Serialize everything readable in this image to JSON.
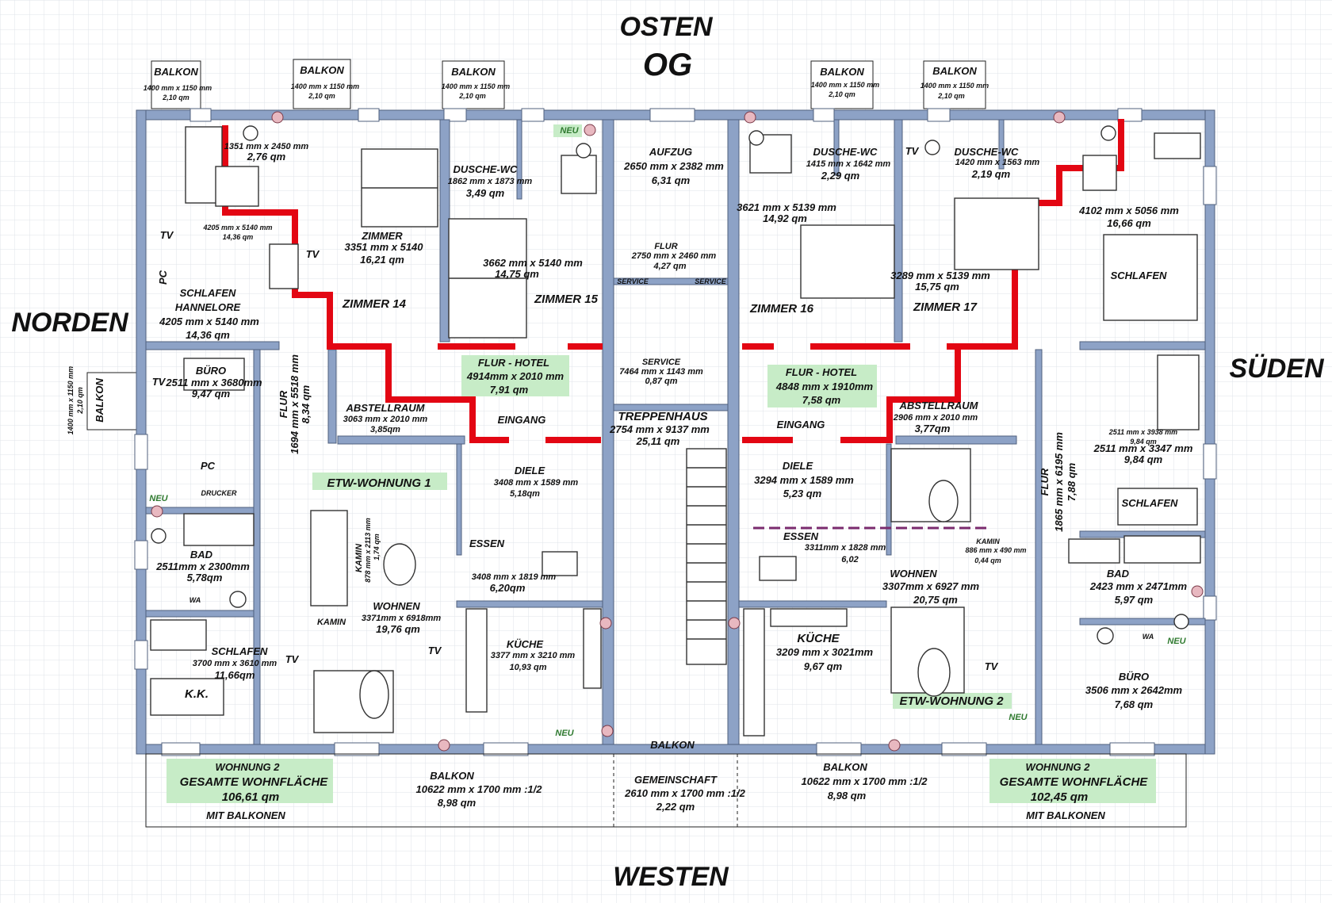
{
  "compass": {
    "east": "OSTEN",
    "floor": "OG",
    "north": "NORDEN",
    "south": "SÜDEN",
    "west": "WESTEN"
  },
  "balconies_top": [
    {
      "label": "BALKON",
      "size": "1400 mm x 1150 mm",
      "area": "2,10 qm"
    },
    {
      "label": "BALKON",
      "size": "1400 mm x 1150 mm",
      "area": "2,10 qm"
    },
    {
      "label": "BALKON",
      "size": "1400 mm x 1150 mm",
      "area": "2,10 qm"
    },
    {
      "label": "BALKON",
      "size": "1400 mm x 1150 mm",
      "area": "2,10 qm"
    },
    {
      "label": "BALKON",
      "size": "1400 mm x 1150 mm",
      "area": "2,10 qm"
    }
  ],
  "balcony_side": {
    "label": "BALKON",
    "size": "1400 mm x 1150 mm",
    "area": "2,10 qm"
  },
  "rooms": [
    {
      "lines": [
        "1351 mm x 2450 mm",
        "2,76 qm"
      ]
    },
    {
      "lines": [
        "4205 mm x 5140 mm",
        "14,36 qm"
      ]
    },
    {
      "lines": [
        "SCHLAFEN",
        "HANNELORE",
        "4205 mm x 5140 mm",
        "14,36 qm"
      ]
    },
    {
      "lines": [
        "ZIMMER",
        "3351 mm x 5140",
        "16,21 qm"
      ]
    },
    {
      "lines": [
        "ZIMMER 14"
      ]
    },
    {
      "lines": [
        "DUSCHE-WC",
        "1862 mm x 1873 mm",
        "3,49 qm"
      ]
    },
    {
      "lines": [
        "3662 mm x 5140 mm",
        "14,75 qm"
      ]
    },
    {
      "lines": [
        "ZIMMER 15"
      ]
    },
    {
      "lines": [
        "AUFZUG",
        "2650 mm x 2382 mm",
        "6,31 qm"
      ]
    },
    {
      "lines": [
        "FLUR",
        "2750 mm x 2460 mm",
        "4,27 qm"
      ]
    },
    {
      "lines": [
        "DUSCHE-WC",
        "1415 mm x 1642 mm",
        "2,29 qm"
      ]
    },
    {
      "lines": [
        "3621 mm x 5139 mm",
        "14,92 qm"
      ]
    },
    {
      "lines": [
        "ZIMMER 16"
      ]
    },
    {
      "lines": [
        "DUSCHE-WC",
        "1420 mm x 1563 mm",
        "2,19 qm"
      ]
    },
    {
      "lines": [
        "3289 mm x 5139 mm",
        "15,75 qm"
      ]
    },
    {
      "lines": [
        "ZIMMER 17"
      ]
    },
    {
      "lines": [
        "4102 mm x 5056 mm",
        "16,66 qm"
      ]
    },
    {
      "lines": [
        "SCHLAFEN"
      ]
    },
    {
      "lines": [
        "BÜRO",
        "2511 mm x 3680mm",
        "9,47 qm"
      ]
    },
    {
      "lines": [
        "ABSTELLRAUM",
        "3063 mm x 2010 mm",
        "3,85qm"
      ]
    },
    {
      "lines": [
        "FLUR - HOTEL",
        "4914mm x 2010 mm",
        "7,91 qm"
      ]
    },
    {
      "lines": [
        "EINGANG"
      ]
    },
    {
      "lines": [
        "SERVICE",
        "7464 mm x 1143 mm",
        "0,87 qm"
      ]
    },
    {
      "lines": [
        "TREPPENHAUS",
        "2754 mm x 9137 mm",
        "25,11 qm"
      ]
    },
    {
      "lines": [
        "FLUR - HOTEL",
        "4848 mm x 1910mm",
        "7,58 qm"
      ]
    },
    {
      "lines": [
        "EINGANG"
      ]
    },
    {
      "lines": [
        "ABSTELLRAUM",
        "2906 mm x 2010 mm",
        "3,77qm"
      ]
    },
    {
      "lines": [
        "2511 mm x 3938 mm",
        "9,84 qm"
      ]
    },
    {
      "lines": [
        "2511 mm x 3347 mm",
        "9,84 qm"
      ]
    },
    {
      "lines": [
        "DIELE",
        "3408 mm x 1589 mm",
        "5,18qm"
      ]
    },
    {
      "lines": [
        "DIELE",
        "3294 mm x 1589 mm",
        "5,23 qm"
      ]
    },
    {
      "lines": [
        "ETW-WOHNUNG  1"
      ]
    },
    {
      "lines": [
        "BAD",
        "2511mm x 2300mm",
        "5,78qm"
      ]
    },
    {
      "lines": [
        "ESSEN"
      ]
    },
    {
      "lines": [
        "3408 mm x 1819 mm",
        "6,20qm"
      ]
    },
    {
      "lines": [
        "ESSEN",
        "3311mm x 1828 mm",
        "6,02"
      ]
    },
    {
      "lines": [
        "WOHNEN",
        "3371mm x 6918mm",
        "19,76 qm"
      ]
    },
    {
      "lines": [
        "WOHNEN",
        "3307mm x 6927 mm",
        "20,75 qm"
      ]
    },
    {
      "lines": [
        "KAMIN",
        "886 mm x 490 mm",
        "0,44 qm"
      ]
    },
    {
      "lines": [
        "BAD",
        "2423 mm x 2471mm",
        "5,97 qm"
      ]
    },
    {
      "lines": [
        "SCHLAFEN",
        "3700 mm x 3610 mm",
        "11,66qm"
      ]
    },
    {
      "lines": [
        "KÜCHE",
        "3377 mm x 3210 mm",
        "10,93 qm"
      ]
    },
    {
      "lines": [
        "KÜCHE",
        "3209 mm x 3021mm",
        "9,67 qm"
      ]
    },
    {
      "lines": [
        "ETW-WOHNUNG  2"
      ]
    },
    {
      "lines": [
        "BÜRO",
        "3506 mm x 2642mm",
        "7,68 qm"
      ]
    }
  ],
  "flur_vertical": [
    {
      "lines": [
        "FLUR",
        "1694 mm x 5518 mm",
        "8,34 qm"
      ]
    },
    {
      "lines": [
        "FLUR",
        "1865 mm x 6195 mm",
        "7,88 qm"
      ]
    }
  ],
  "kamin_vertical": {
    "lines": [
      "KAMIN",
      "878 mm x 2113 mm",
      "1,74 qm"
    ]
  },
  "labels": {
    "neu": "NEU",
    "tv": "TV",
    "pc": "PC",
    "drucker": "DRUCKER",
    "wa": "WA",
    "kk": "K.K.",
    "kamin": "KAMIN",
    "service": "SERVICE",
    "schlafen": "SCHLAFEN"
  },
  "summary_left": {
    "lines": [
      "WOHNUNG 2",
      "GESAMTE WOHNFLÄCHE",
      "106,61 qm"
    ],
    "extra": "MIT BALKONEN"
  },
  "summary_right": {
    "lines": [
      "WOHNUNG 2",
      "GESAMTE WOHNFLÄCHE",
      "102,45 qm"
    ],
    "extra": "MIT BALKONEN"
  },
  "balcony_bottom": [
    {
      "lines": [
        "BALKON",
        "10622 mm x 1700 mm  :1/2",
        "8,98 qm"
      ]
    },
    {
      "lines": [
        "BALKON",
        "GEMEINSCHAFT",
        "2610 mm x 1700 mm  :1/2",
        "2,22 qm"
      ]
    },
    {
      "lines": [
        "BALKON",
        "10622 mm x 1700 mm  :1/2",
        "8,98 qm"
      ]
    }
  ],
  "colors": {
    "wall": "#8da2c6",
    "wall_stroke": "#50607e",
    "route": "#e30613",
    "highlight": "#c7ecc7",
    "grid": "#dfe3ea"
  }
}
